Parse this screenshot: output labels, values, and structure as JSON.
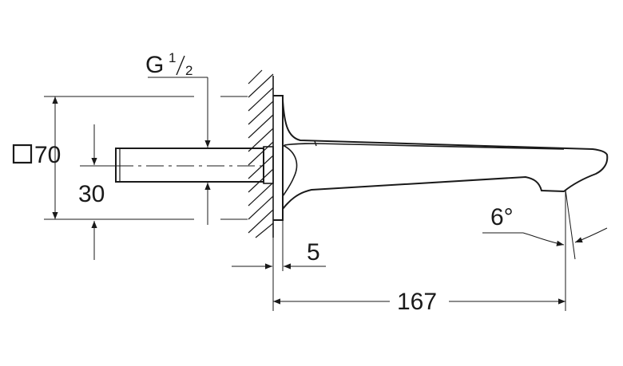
{
  "dimensions": {
    "thread_label": "G",
    "thread_num": "1",
    "thread_den": "2",
    "square_size": "70",
    "pipe_offset": "30",
    "flange_thickness": "5",
    "spout_length": "167",
    "spout_angle": "6°"
  }
}
